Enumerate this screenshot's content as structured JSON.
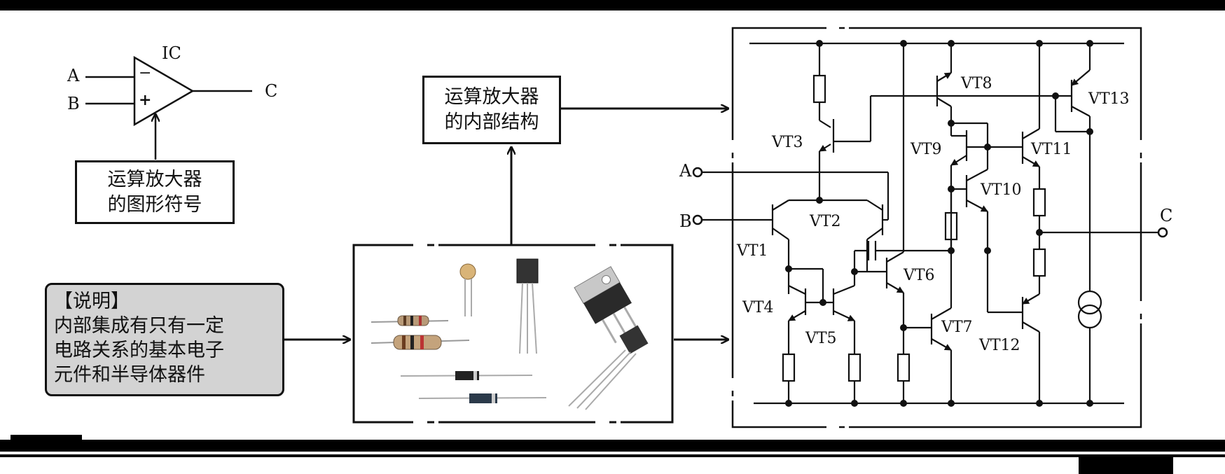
{
  "symbol": {
    "ic_label": "IC",
    "input_a": "A",
    "input_b": "B",
    "output_c": "C",
    "minus": "−",
    "plus": "+"
  },
  "symbol_box": {
    "line1": "运算放大器",
    "line2": "的图形符号"
  },
  "structure_box": {
    "line1": "运算放大器",
    "line2": "的内部结构"
  },
  "note": {
    "title": "【说明】",
    "line1": "内部集成有只有一定",
    "line2": "电路关系的基本电子",
    "line3": "元件和半导体器件"
  },
  "circuit": {
    "terminal_a": "A",
    "terminal_b": "B",
    "terminal_c": "C",
    "transistors": [
      "VT1",
      "VT2",
      "VT3",
      "VT4",
      "VT5",
      "VT6",
      "VT7",
      "VT8",
      "VT9",
      "VT10",
      "VT11",
      "VT12",
      "VT13"
    ]
  }
}
